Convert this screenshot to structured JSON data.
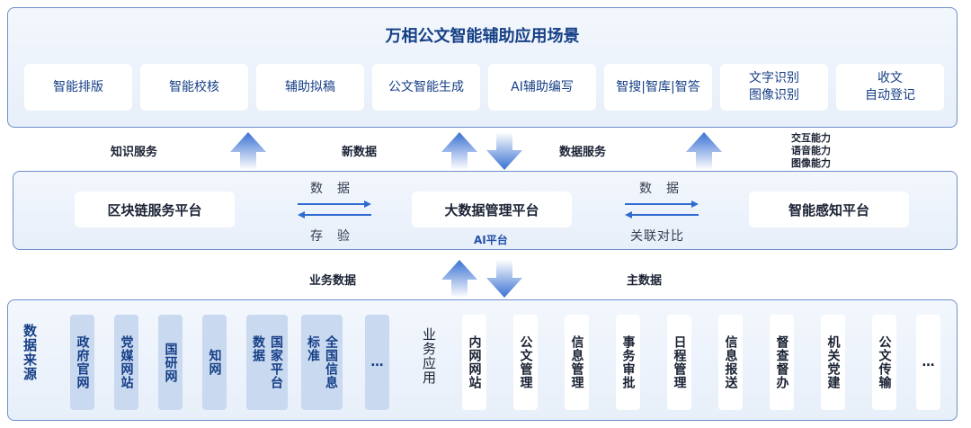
{
  "top": {
    "title": "万相公文智能辅助应用场景",
    "scenarios": [
      "智能排版",
      "智能校核",
      "辅助拟稿",
      "公文智能生成",
      "AI辅助编写",
      "智搜|智库|智答",
      "文字识别\n图像识别",
      "收文\n自动登记"
    ]
  },
  "links_upper": {
    "knowledge": "知识服务",
    "new_data": "新数据",
    "data_service": "数据服务",
    "capabilities": "交互能力\n语音能力\n图像能力"
  },
  "middle": {
    "blockchain": "区块链服务平台",
    "bigdata": "大数据管理平台",
    "ai_platform": "AI平台",
    "perception": "智能感知平台",
    "left_top": "数　据",
    "left_bottom": "存　验",
    "right_top": "数　据",
    "right_bottom": "关联对比"
  },
  "links_lower": {
    "business_data": "业务数据",
    "master_data": "主数据"
  },
  "bottom": {
    "source_label": "数据来源",
    "sources": [
      "政府官网",
      "党媒网站",
      "国研网",
      "知网",
      "国家平台\n数据",
      "全国信息\n标准",
      "…"
    ],
    "app_label": "业务应用",
    "apps": [
      "内网网站",
      "公文管理",
      "信息管理",
      "事务审批",
      "日程管理",
      "信息报送",
      "督查督办",
      "机关党建",
      "公文传输",
      "…"
    ]
  },
  "colors": {
    "accent": "#163f86",
    "border": "#6f8fc9",
    "arrow": "#2f6ad0",
    "source_bg": "#c9d9f0"
  }
}
